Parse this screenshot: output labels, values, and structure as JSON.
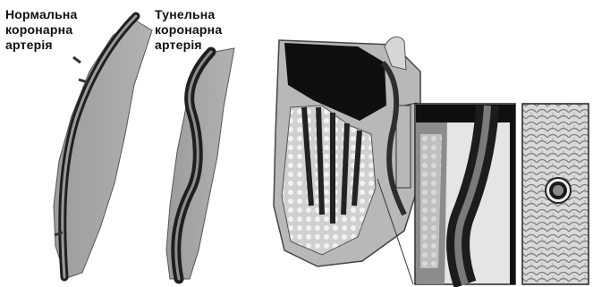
{
  "labels": {
    "normal_artery": [
      "Нормальна",
      "коронарна",
      "артерія"
    ],
    "tunnel_artery": [
      "Тунельна",
      "коронарна",
      "артерія"
    ]
  },
  "colors": {
    "myocardium": "#a7a7a7",
    "artery_dark": "#2e2e2e",
    "artery_light": "#c9c9c9",
    "background": "#ffffff"
  }
}
